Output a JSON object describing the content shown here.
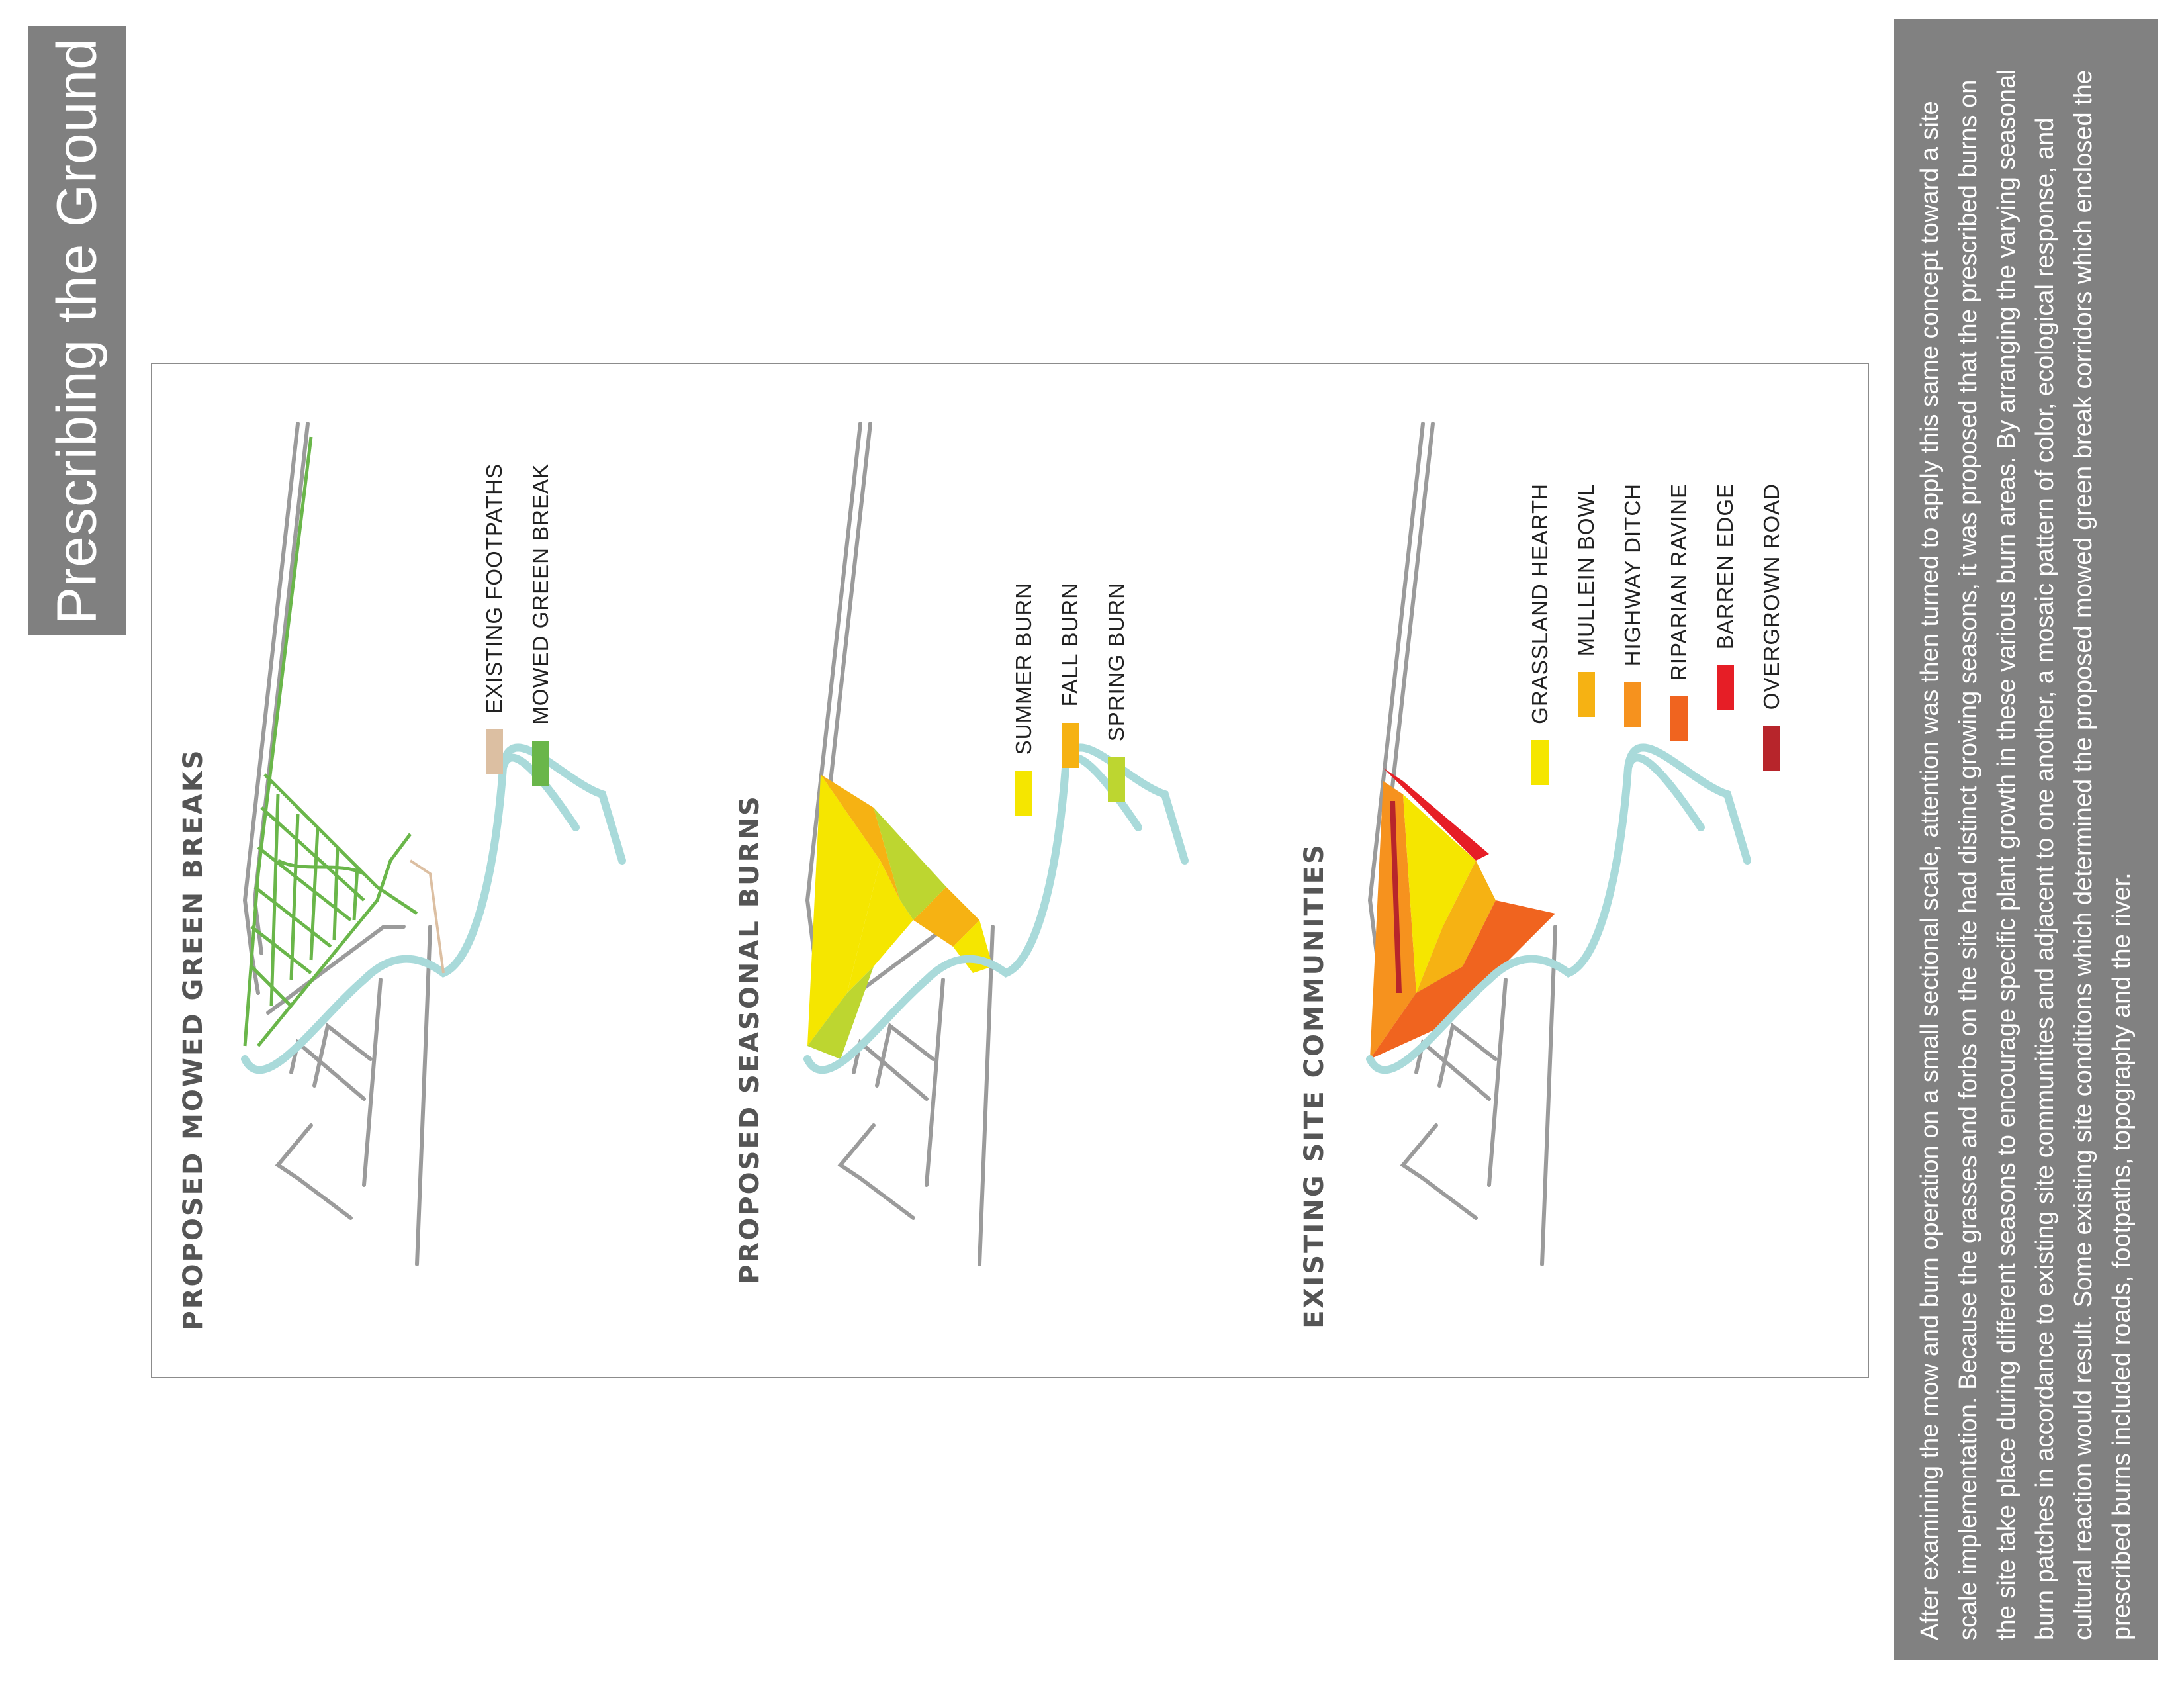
{
  "page_title": "Prescribing the Ground",
  "description": "After examining the mow and burn operation on a small sectional scale, attention was then turned to apply this same concept toward a site scale implementation. Because the grasses and forbs on the site had distinct growing seasons, it was proposed that the prescribed burns on the site take place during different seasons to encourage specific plant growth in these various burn areas. By arranging the varying seasonal burn patches in accordance to existing site communities and adjacent to one another, a mosaic pattern of color, ecological response, and cultural reaction would result. Some existing site conditions which determined the proposed mowed green break corridors which enclosed the prescribed burns included roads, footpaths, topography and the river.",
  "panels": [
    {
      "title": "PROPOSED MOWED GREEN BREAKS",
      "legend": [
        {
          "label": "EXISTING FOOTPATHS",
          "color": "#dcbfa2"
        },
        {
          "label": "MOWED GREEN BREAK",
          "color": "#6ab64a"
        }
      ]
    },
    {
      "title": "PROPOSED SEASONAL BURNS",
      "legend": [
        {
          "label": "SUMMER BURN",
          "color": "#f5e600"
        },
        {
          "label": "FALL BURN",
          "color": "#f6b213"
        },
        {
          "label": "SPRING BURN",
          "color": "#bdd630"
        }
      ]
    },
    {
      "title": "EXISTING SITE COMMUNITIES",
      "legend": [
        {
          "label": "GRASSLAND HEARTH",
          "color": "#f5e600"
        },
        {
          "label": "MULLEIN BOWL",
          "color": "#f6b213"
        },
        {
          "label": "HIGHWAY DITCH",
          "color": "#f6921e"
        },
        {
          "label": "RIPARIAN RAVINE",
          "color": "#f0641f"
        },
        {
          "label": "BARREN EDGE",
          "color": "#e61e26"
        },
        {
          "label": "OVERGROWN ROAD",
          "color": "#b7252b"
        }
      ]
    }
  ],
  "map_colors": {
    "road": "#9b9b9b",
    "river": "#a9dada",
    "footpath": "#dcbfa2"
  }
}
